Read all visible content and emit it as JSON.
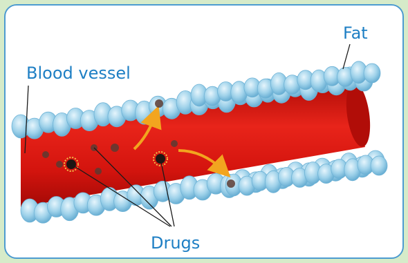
{
  "labels": {
    "fat": "Fat",
    "blood_vessel": "Blood vessel",
    "drugs": "Drugs"
  },
  "colors": {
    "background": "#d6ebc9",
    "panel_border": "#4c9bd0",
    "label_text": "#1e7fc4",
    "vessel_red": "#d9150f",
    "fat_blue": "#8fc9e6",
    "arrow_orange": "#f2a51f",
    "drug_dark": "#2a1f1d"
  }
}
